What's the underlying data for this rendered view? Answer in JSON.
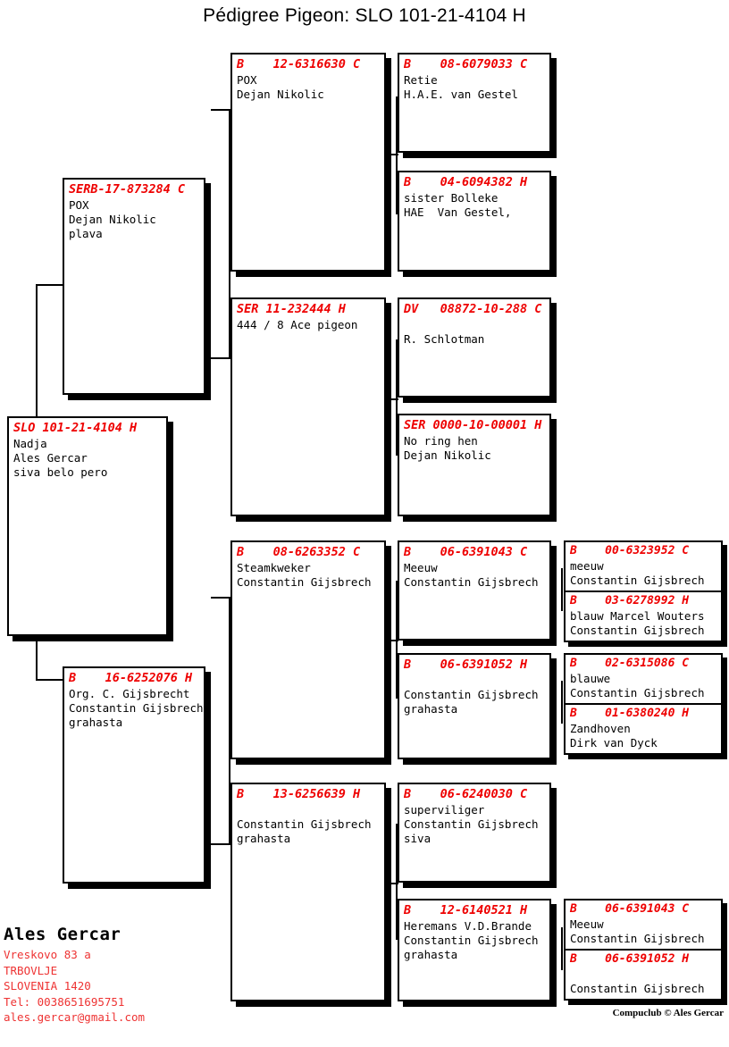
{
  "title": "Pédigree Pigeon: SLO 101-21-4104 H",
  "colors": {
    "ring_red": "#ee0000",
    "footer_red": "#ee3333",
    "text_black": "#000000",
    "background": "#ffffff"
  },
  "subject": {
    "ring": "SLO 101-21-4104 H",
    "lines": [
      "Nadja",
      "Ales Gercar",
      "siva belo pero"
    ]
  },
  "gen1": {
    "sire": {
      "ring": "SERB-17-873284 C",
      "lines": [
        "POX",
        "Dejan Nikolic",
        "plava"
      ]
    },
    "dam": {
      "ring": "B    16-6252076 H",
      "lines": [
        "Org. C. Gijsbrecht",
        "Constantin Gijsbrech",
        "grahasta"
      ]
    }
  },
  "gen2": {
    "sire_sire": {
      "ring": "B    12-6316630 C",
      "lines": [
        "POX",
        "Dejan Nikolic"
      ]
    },
    "sire_dam": {
      "ring": "SER 11-232444 H",
      "lines": [
        "444 / 8 Ace pigeon"
      ]
    },
    "dam_sire": {
      "ring": "B    08-6263352 C",
      "lines": [
        "Steamkweker",
        "Constantin Gijsbrech"
      ]
    },
    "dam_dam": {
      "ring": "B    13-6256639 H",
      "lines": [
        "",
        "Constantin Gijsbrech",
        "grahasta"
      ]
    }
  },
  "gen3": {
    "ss_s": {
      "ring": "B    08-6079033 C",
      "lines": [
        "Retie",
        "H.A.E. van Gestel"
      ]
    },
    "ss_d": {
      "ring": "B    04-6094382 H",
      "lines": [
        "sister Bolleke",
        "HAE  Van Gestel,"
      ]
    },
    "sd_s": {
      "ring": "DV   08872-10-288 C",
      "lines": [
        "",
        "R. Schlotman"
      ]
    },
    "sd_d": {
      "ring": "SER 0000-10-00001 H",
      "lines": [
        "No ring hen",
        "Dejan Nikolic"
      ]
    },
    "ds_s": {
      "ring": "B    06-6391043 C",
      "lines": [
        "Meeuw",
        "Constantin Gijsbrech"
      ]
    },
    "ds_d": {
      "ring": "B    06-6391052 H",
      "lines": [
        "",
        "Constantin Gijsbrech",
        "grahasta"
      ]
    },
    "dd_s": {
      "ring": "B    06-6240030 C",
      "lines": [
        "superviliger",
        "Constantin Gijsbrech",
        "siva"
      ]
    },
    "dd_d": {
      "ring": "B    12-6140521 H",
      "lines": [
        "Heremans V.D.Brande",
        "Constantin Gijsbrech",
        "grahasta"
      ]
    }
  },
  "gen4": {
    "ds_s_s": {
      "ring": "B    00-6323952 C",
      "lines": [
        "meeuw",
        "Constantin Gijsbrech"
      ]
    },
    "ds_s_d": {
      "ring": "B    03-6278992 H",
      "lines": [
        "blauw Marcel Wouters",
        "Constantin Gijsbrech"
      ]
    },
    "ds_d_s": {
      "ring": "B    02-6315086 C",
      "lines": [
        "blauwe",
        "Constantin Gijsbrech"
      ]
    },
    "ds_d_d": {
      "ring": "B    01-6380240 H",
      "lines": [
        "Zandhoven",
        "Dirk van Dyck"
      ]
    },
    "dd_d_s": {
      "ring": "B    06-6391043 C",
      "lines": [
        "Meeuw",
        "Constantin Gijsbrech"
      ]
    },
    "dd_d_d": {
      "ring": "B    06-6391052 H",
      "lines": [
        "",
        "Constantin Gijsbrech"
      ]
    }
  },
  "footer": {
    "name": "Ales Gercar",
    "lines": [
      "Vreskovo 83 a",
      "TRBOVLJE",
      "SLOVENIA 1420",
      "Tel: 0038651695751",
      "ales.gercar@gmail.com"
    ],
    "credit": "Compuclub © Ales Gercar"
  }
}
